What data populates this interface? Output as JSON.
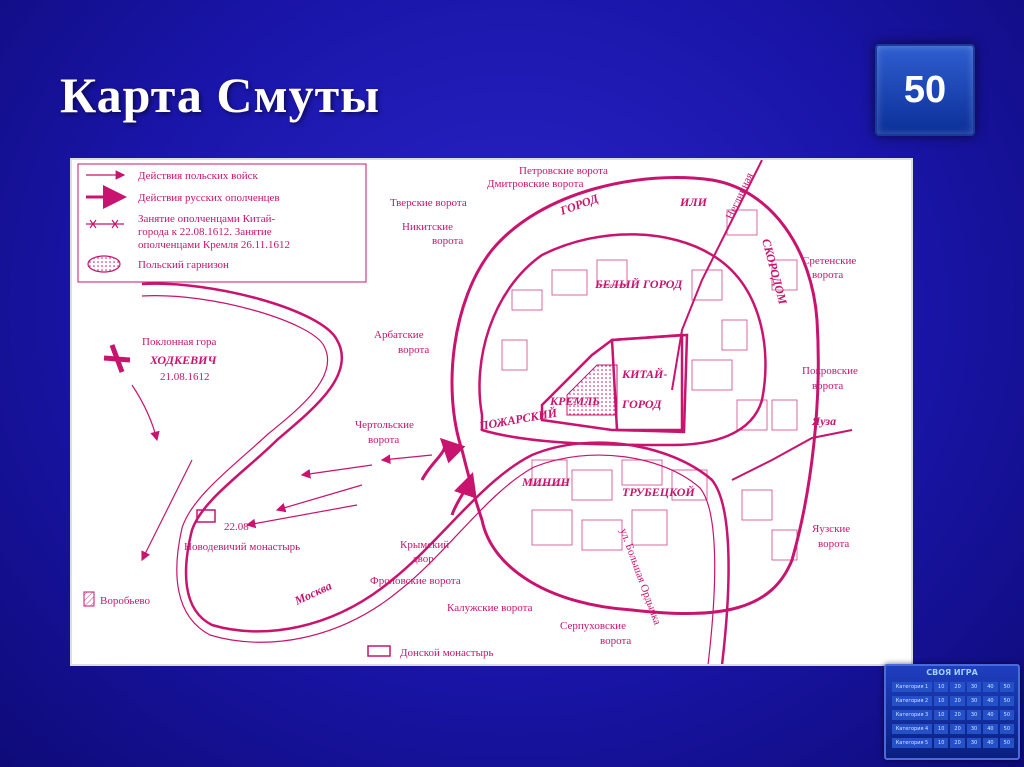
{
  "slide": {
    "title": "Карта Смуты",
    "score": "50"
  },
  "legend": [
    "Действия польских войск",
    "Действия русских ополченцев",
    "Занятие ополченцами Китай-",
    "города к 22.08.1612. Занятие",
    "ополченцами Кремля 26.11.1612",
    "Польский гарнизон"
  ],
  "map_labels": {
    "petrovskie": "Петровские ворота",
    "dmitrovskie": "Дмитровские ворота",
    "tverskie": "Тверские ворота",
    "nikitskie1": "Никитские",
    "nikitskie2": "ворота",
    "gorod": "ГОРОД",
    "ili": "ИЛИ",
    "neglinnaya": "Неглинная",
    "skorodom": "СКОРОДОМ",
    "sretenskie1": "Сретенские",
    "sretenskie2": "ворота",
    "bely_gorod": "БЕЛЫЙ ГОРОД",
    "arbatskie1": "Арбатские",
    "arbatskie2": "ворота",
    "poklonnaya": "Поклонная гора",
    "hodkevich": "ХОДКЕВИЧ",
    "date_hodkevich": "21.08.1612",
    "kitay1": "КИТАЙ-",
    "kitay2": "ГОРОД",
    "kreml": "КРЕМЛЬ",
    "pokrovskie1": "Покровские",
    "pokrovskie2": "ворота",
    "pozharsky": "ПОЖАРСКИЙ",
    "chertolskie1": "Чертольские",
    "chertolskie2": "ворота",
    "yauza": "Яуза",
    "minin": "МИНИН",
    "trubetskoy": "ТРУБЕЦКОЙ",
    "date_novodevichy": "22.08",
    "novodevichy": "Новодевичий монастырь",
    "krymsky1": "Крымский",
    "krymsky2": "двор",
    "yauzskie1": "Яузские",
    "yauzskie2": "ворота",
    "frolovskie": "Фроловские ворота",
    "vorobyevo": "Воробьево",
    "moskva": "Москва",
    "kaluzhskie": "Калужские ворота",
    "serpukhovskie1": "Серпуховские",
    "serpukhovskie2": "ворота",
    "bolshaya_ordynka": "ул. Большая Ордынка",
    "donskoy": "Донской монастырь"
  },
  "colors": {
    "map_ink": "#c8146e",
    "background": "#1a15a8",
    "score_bg": "#1e4fc0"
  },
  "minimap": {
    "caption": "СВОЯ ИГРА",
    "rows": [
      [
        "Категория 1",
        "10",
        "20",
        "30",
        "40",
        "50"
      ],
      [
        "Категория 2",
        "10",
        "20",
        "30",
        "40",
        "50"
      ],
      [
        "Категория 3",
        "10",
        "20",
        "30",
        "40",
        "50"
      ],
      [
        "Категория 4",
        "10",
        "20",
        "30",
        "40",
        "50"
      ],
      [
        "Категория 5",
        "10",
        "20",
        "30",
        "40",
        "50"
      ]
    ]
  }
}
